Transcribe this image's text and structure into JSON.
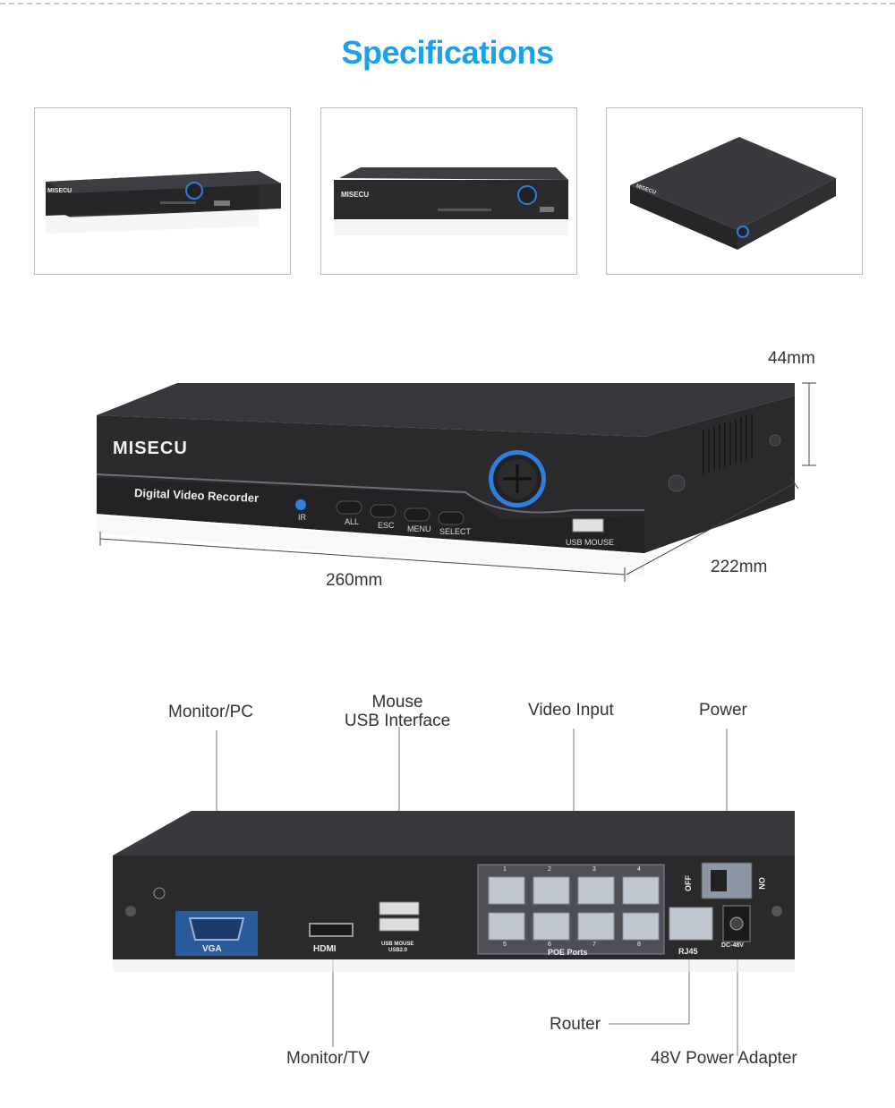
{
  "header": {
    "title": "Specifications"
  },
  "device_front": {
    "brand": "MISECU",
    "caption": "Digital  Video  Recorder",
    "ir_label": "IR",
    "buttons": [
      "ALL",
      "ESC",
      "MENU",
      "SELECT"
    ],
    "usb_label": "USB MOUSE"
  },
  "dimensions": {
    "height": "44mm",
    "width": "260mm",
    "depth": "222mm"
  },
  "rear_ports": {
    "vga_label": "VGA",
    "hdmi_label": "HDMI",
    "usb_label_1": "USB MOUSE",
    "usb_label_2": "USB2.0",
    "poe_label": "POE Ports",
    "poe_numbers": [
      "1",
      "2",
      "3",
      "4",
      "5",
      "6",
      "7",
      "8"
    ],
    "rj45_label": "RJ45",
    "dc_label": "DC-48V",
    "off_label": "OFF",
    "on_label": "ON"
  },
  "callouts": {
    "monitor_pc": "Monitor/PC",
    "mouse_line1": "Mouse",
    "mouse_line2": "USB Interface",
    "video_input": "Video Input",
    "power": "Power",
    "router": "Router",
    "monitor_tv": "Monitor/TV",
    "power_adapter": "48V Power Adapter"
  },
  "colors": {
    "accent": "#1ea0e6",
    "device_body": "#2b2b2e",
    "device_top": "#3a3a3e",
    "led_blue": "#2f7fe0"
  }
}
